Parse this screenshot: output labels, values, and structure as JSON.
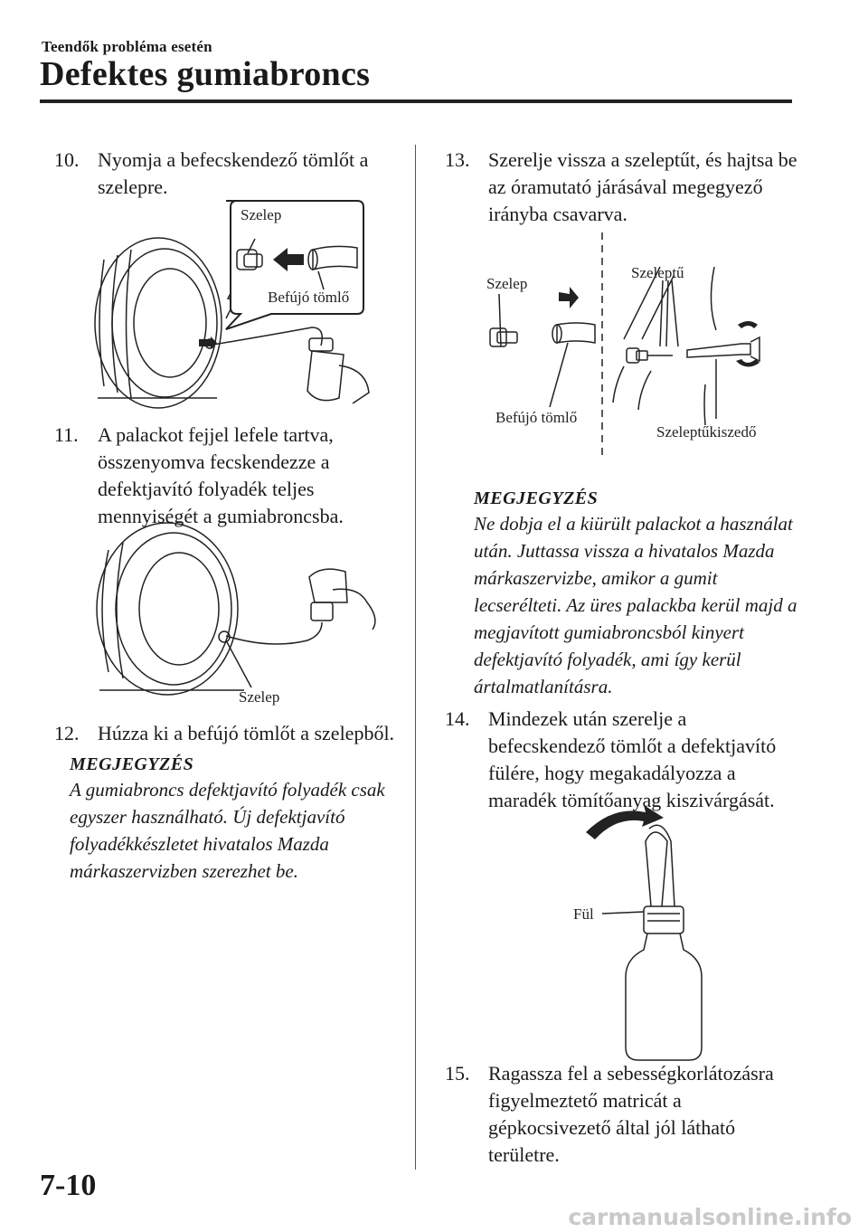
{
  "header": {
    "section_label": "Teendők probléma esetén",
    "title": "Defektes gumiabroncs"
  },
  "left_column": {
    "step10": {
      "number": "10.",
      "text": "Nyomja a befecskendező tömlőt a szelepre."
    },
    "fig1": {
      "valve_label": "Szelep",
      "hose_label": "Befújó tömlő"
    },
    "step11": {
      "number": "11.",
      "text": "A palackot fejjel lefele tartva, összenyomva fecskendezze a defektjavító folyadék teljes mennyiségét a gumiabroncsba."
    },
    "fig2": {
      "valve_label": "Szelep"
    },
    "step12": {
      "number": "12.",
      "text": "Húzza ki a befújó tömlőt a szelepből."
    },
    "note": {
      "heading": "MEGJEGYZÉS",
      "text": "A gumiabroncs defektjavító folyadék csak egyszer használható. Új defektjavító folyadékkészletet hivatalos Mazda márkaszervizben szerezhet be."
    }
  },
  "right_column": {
    "step13": {
      "number": "13.",
      "text": "Szerelje vissza a szeleptűt, és hajtsa be az óramutató járásával megegyező irányba csavarva."
    },
    "fig3": {
      "valve_label": "Szelep",
      "core_label": "Szeleptű",
      "hose_label": "Befújó tömlő",
      "tool_label": "Szeleptűkiszedő"
    },
    "note": {
      "heading": "MEGJEGYZÉS",
      "text": "Ne dobja el a kiürült palackot a használat után. Juttassa vissza a hivatalos Mazda márkaszervizbe, amikor a gumit lecserélteti. Az üres palackba kerül majd a megjavított gumiabroncsból kinyert defektjavító folyadék, ami így kerül ártalmatlanításra."
    },
    "step14": {
      "number": "14.",
      "text": "Mindezek után szerelje a befecskendező tömlőt a defektjavító fülére, hogy megakadályozza a maradék tömítőanyag kiszivárgását."
    },
    "fig4": {
      "tab_label": "Fül"
    },
    "step15": {
      "number": "15.",
      "text": "Ragassza fel a sebességkorlátozásra figyelmeztető matricát a gépkocsivezető által jól látható területre."
    }
  },
  "footer": {
    "page_number": "7-10",
    "watermark": "carmanualsonline.info"
  }
}
